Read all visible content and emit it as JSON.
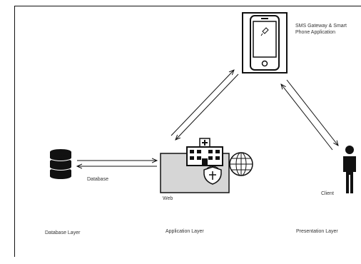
{
  "diagram": {
    "phone_label_line1": "SMS Gateway & Smart",
    "phone_label_line2": "Phone Application",
    "database_label": "Database",
    "web_label": "Web",
    "client_label": "Client",
    "layers": {
      "database": "Database Layer",
      "application": "Application Layer",
      "presentation": "Presentation Layer"
    }
  }
}
